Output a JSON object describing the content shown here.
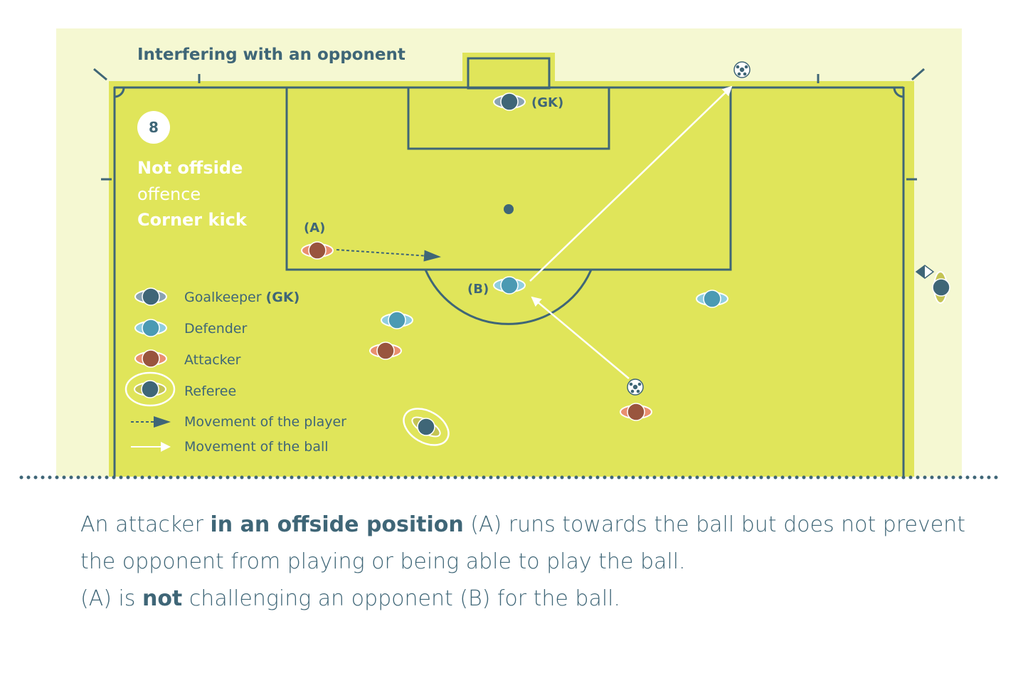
{
  "title": "Interfering with an opponent",
  "card_number": "8",
  "decision": {
    "line1": "Not offside",
    "line2": "offence",
    "line3": "Corner kick"
  },
  "labels": {
    "goalkeeper": "(GK)",
    "attacker": "(A)",
    "defender": "(B)"
  },
  "legend": {
    "goalkeeper": "Goalkeeper ",
    "goalkeeper_abbr": "(GK)",
    "defender": "Defender",
    "attacker": "Attacker",
    "referee": "Referee",
    "player_movement": "Movement of the player",
    "ball_movement": "Movement of the ball"
  },
  "caption": {
    "l1_a": "An attacker ",
    "l1_b": "in an offside position",
    "l1_c": " (A) runs towards the ball but does not prevent",
    "l2": "the opponent from playing or being able to play the ball.",
    "l3_a": "(A) is ",
    "l3_b": "not",
    "l3_c": " challenging an opponent (B) for the ball."
  },
  "colors": {
    "outer_field": "#f5f8d2",
    "pitch": "#e0e55a",
    "lines": "#3f6677",
    "goalkeeper": "#3f6677",
    "defender": "#4b9ab3",
    "attacker": "#99553e",
    "attacker_shoulder": "#e98f6f",
    "referee_shoulder": "#c4c454"
  },
  "icons": {
    "ball": "football-icon",
    "corner_flag": "corner-flag-icon"
  }
}
